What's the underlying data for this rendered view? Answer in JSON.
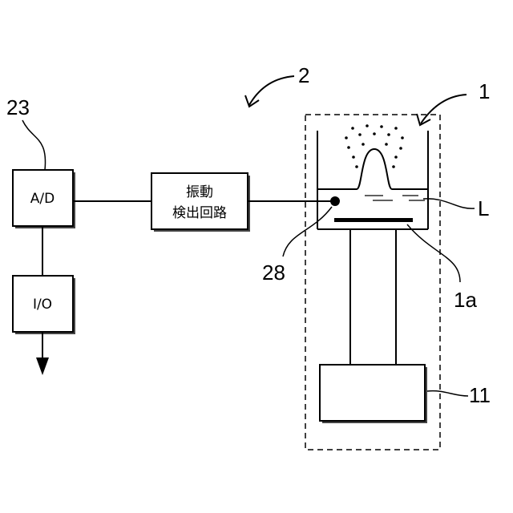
{
  "blocks": {
    "ad": "A/D",
    "io": "I/O",
    "vibration_line1": "振動",
    "vibration_line2": "検出回路"
  },
  "refs": {
    "ad_block": "23",
    "detector": "2",
    "atomizer": "1",
    "sensor": "28",
    "liquid": "L",
    "vibrator": "1a",
    "oscillator": "11"
  }
}
